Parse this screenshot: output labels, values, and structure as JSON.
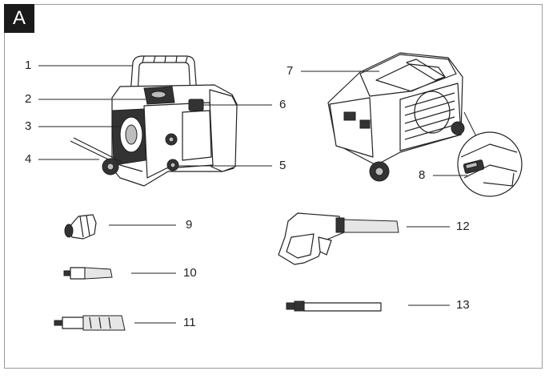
{
  "figure": {
    "section_label": "A"
  },
  "callouts": [
    {
      "id": "1",
      "text": "1"
    },
    {
      "id": "2",
      "text": "2"
    },
    {
      "id": "3",
      "text": "3"
    },
    {
      "id": "4",
      "text": "4"
    },
    {
      "id": "5",
      "text": "5"
    },
    {
      "id": "6",
      "text": "6"
    },
    {
      "id": "7",
      "text": "7"
    },
    {
      "id": "8",
      "text": "8"
    },
    {
      "id": "9",
      "text": "9"
    },
    {
      "id": "10",
      "text": "10"
    },
    {
      "id": "11",
      "text": "11"
    },
    {
      "id": "12",
      "text": "12"
    },
    {
      "id": "13",
      "text": "13"
    }
  ]
}
